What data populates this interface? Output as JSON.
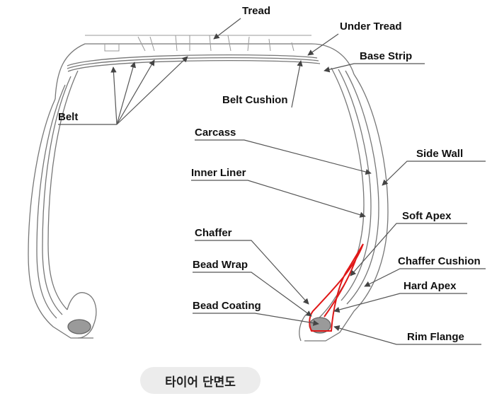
{
  "colors": {
    "outline": "#777777",
    "leader": "#555555",
    "apex_highlight": "#e01818",
    "bead_fill": "#9a9a9a",
    "caption_bg": "#ececec"
  },
  "labels": {
    "tread": "Tread",
    "under_tread": "Under Tread",
    "base_strip": "Base Strip",
    "belt_cushion": "Belt Cushion",
    "belt": "Belt",
    "carcass": "Carcass",
    "side_wall": "Side Wall",
    "inner_liner": "Inner Liner",
    "soft_apex": "Soft Apex",
    "chaffer": "Chaffer",
    "chaffer_cushion": "Chaffer Cushion",
    "bead_wrap": "Bead Wrap",
    "hard_apex": "Hard Apex",
    "bead_coating": "Bead Coating",
    "rim_flange": "Rim Flange"
  },
  "caption": "타이어 단면도"
}
